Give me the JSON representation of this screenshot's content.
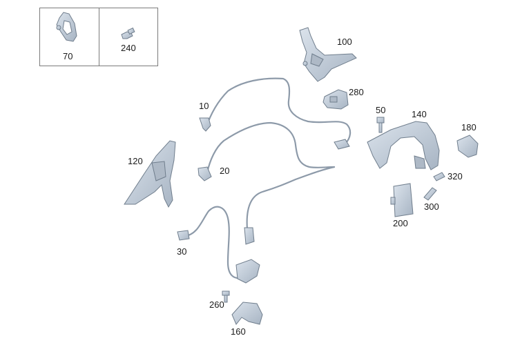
{
  "diagram": {
    "labels": {
      "p70": "70",
      "p240": "240",
      "p100": "100",
      "p280": "280",
      "p10": "10",
      "p50": "50",
      "p140": "140",
      "p180": "180",
      "p120": "120",
      "p20": "20",
      "p320": "320",
      "p300": "300",
      "p200": "200",
      "p30": "30",
      "p260": "260",
      "p160": "160"
    },
    "colors": {
      "part_fill": "#c9d3df",
      "part_shade": "#9aa8b8",
      "part_edge": "#6f7d8c",
      "cable": "#8d9aa9",
      "frame": "#7a7a7a",
      "label_text": "#1a1a1a"
    }
  }
}
